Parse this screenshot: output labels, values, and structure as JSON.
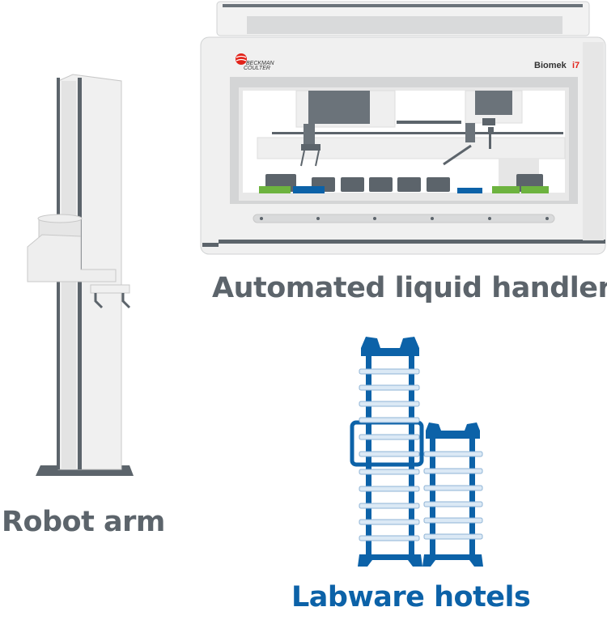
{
  "labels": {
    "handler": "Automated liquid handler",
    "robot_arm": "Robot arm",
    "hotels": "Labware hotels"
  },
  "device": {
    "brand_line1": "BECKMAN",
    "brand_line2": "COULTER",
    "model_name": "Biomek",
    "model_number": "i7"
  },
  "colors": {
    "label_gray": "#5c646b",
    "label_blue": "#0c62a8",
    "plate_green": "#6db33f",
    "plate_blue": "#0c62a8",
    "brand_red": "#e2231a"
  }
}
